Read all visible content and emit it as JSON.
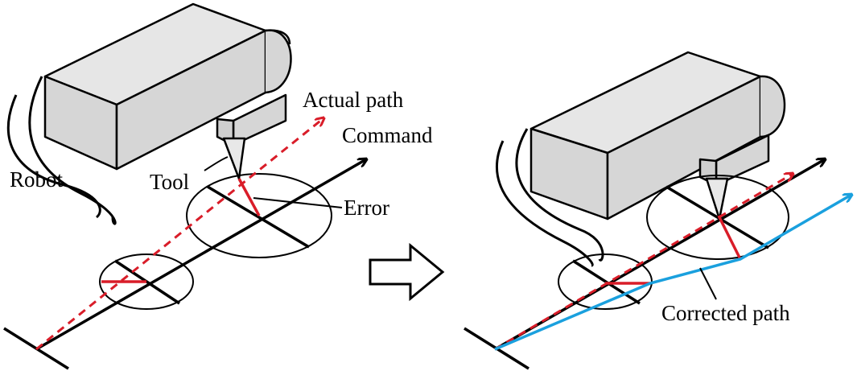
{
  "labels": {
    "robot": "Robot",
    "tool": "Tool",
    "actual_path": "Actual path",
    "command": "Command",
    "error": "Error",
    "corrected_path": "Corrected path"
  },
  "colors": {
    "command": "#000000",
    "actual_path": "#d91d29",
    "error": "#d91d29",
    "corrected_path": "#1aa0de",
    "robot_body": "#d6d6d6",
    "robot_top": "#e6e6e6",
    "outline": "#000000"
  },
  "icons": {
    "transition": "right-arrow-icon"
  }
}
